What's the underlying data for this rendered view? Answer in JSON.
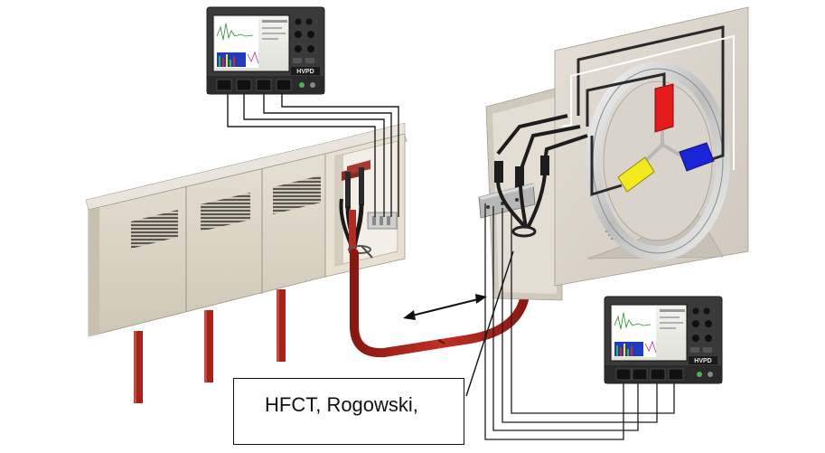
{
  "caption": {
    "text": "HFCT, Rogowski,"
  },
  "scope_top": {
    "brand": "HVPD"
  },
  "scope_right": {
    "brand": "HVPD"
  },
  "colors": {
    "phase_red": "#e31b1b",
    "phase_yellow": "#f2ea1c",
    "phase_blue": "#1c24d8",
    "cable_red": "#c8281e",
    "cabinet": "#ddd6c6",
    "support_leg": "#a5231b",
    "wall_panel": "#d7d0c6",
    "scope_body": "#3a3a3a"
  },
  "icons": {
    "double_arrow": "double-arrow-icon",
    "ground": "ground-symbol-icon"
  }
}
